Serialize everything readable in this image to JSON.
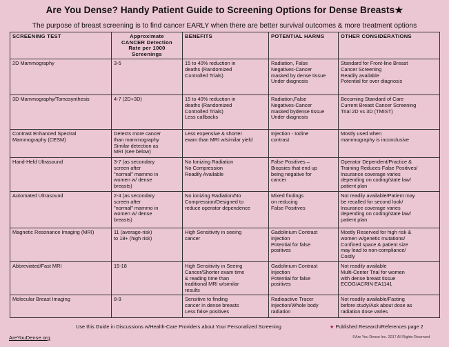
{
  "title": "Are You Dense? Handy Patient Guide to Screening Options for Dense Breasts",
  "title_star": "★",
  "subtitle": "The purpose of breast screening is to find cancer EARLY when there are better survival outcomes & more treatment options",
  "headers": {
    "test": "SCREENING TEST",
    "rate": [
      "Approximate",
      "CANCER Detection",
      "Rate per 1000",
      "Screenings"
    ],
    "benefits": "BENEFITS",
    "harms": "POTENTIAL HARMS",
    "other": "OTHER CONSIDERATIONS"
  },
  "rows": [
    {
      "test": [
        "2D Mammography"
      ],
      "rate": [
        "3-5"
      ],
      "benefits": [
        "15 to 40% reduction in",
        "deaths (Randomized",
        "Controlled Trials)"
      ],
      "harms": [
        "Radiation, False",
        "Negatives-Cancer",
        "masked by dense tissue",
        "Under diagnosis"
      ],
      "other": [
        "Standard for Front-line Breast",
        "Cancer Screening",
        "Readily available",
        "Potential for over diagnosis"
      ]
    },
    {
      "test": [
        "3D Mammography/Tomosynthesis"
      ],
      "rate": [
        "4-7 (2D+3D)"
      ],
      "benefits": [
        "15 to 40% reduction in",
        "deaths (Randomized",
        "Controlled  Trials)",
        "Less callbacks"
      ],
      "harms": [
        "Radiation,False",
        "Negatives-Cancer",
        "masked bydense tissue",
        "Under diagnosis"
      ],
      "other": [
        "Becoming Standard of Care",
        "Current Breast Cancer Screening",
        "Trial 2D vs 3D (TMIST)"
      ]
    },
    {
      "test": [
        "Contrast Enhanced Spectral",
        "Mammography (CESM)"
      ],
      "rate": [
        "Detects more cancer",
        "than mammography",
        "Similar detection as",
        "MRI (see below)"
      ],
      "benefits": [
        "Less expensive & shorter",
        "exam than MRI w/similar yield"
      ],
      "harms": [
        "Injection - Iodine",
        "contrast"
      ],
      "other": [
        "Mostly used when",
        "mammography is inconclusive"
      ]
    },
    {
      "test": [
        "Hand-Held Ultrasound"
      ],
      "rate": [
        "3-7 (as secondary",
        "screen after",
        "\"normal\" mammo in",
        "women w/ dense",
        "breasts)"
      ],
      "benefits": [
        "No Ionizing Radiation",
        "No Compression",
        "Readily Available"
      ],
      "harms": [
        "False Positives –",
        "Biopsies that end up",
        "being negative for",
        "cancer"
      ],
      "other": [
        "Operator Dependent/Practice &",
        "Training Reduces False Positives/",
        "Insurance coverage varies",
        "depending on coding/state law/",
        "patient plan"
      ]
    },
    {
      "test": [
        "Automated Ultrasound"
      ],
      "rate": [
        "2-4 (as secondary",
        "screen after",
        "\"normal\" mammo in",
        "women w/ dense",
        "breasts)"
      ],
      "benefits": [
        "No ionizing Radiation/No",
        "Compression/Designed to",
        "reduce operator dependence"
      ],
      "harms": [
        "Mixed findings",
        "on reducing",
        "False Positives"
      ],
      "other": [
        "Not readily available/Patient may",
        "be recalled for second look/",
        "Insurance coverage varies",
        "depending on coding/state law/",
        "patient plan"
      ]
    },
    {
      "test": [
        "Magnetic Resonance Imaging (MRI)"
      ],
      "rate": [
        "11 (average-risk)",
        "to 18+ (high risk)"
      ],
      "benefits": [
        "High Sensitivity in seeing",
        "cancer"
      ],
      "harms": [
        "Gadolinium Contrast",
        "Injection",
        "Potential for false",
        "positives"
      ],
      "other": [
        "Mostly Reserved for high risk &",
        "women w/genetic mutations/",
        "Confined space & patient size",
        "may lead to non-compliance/",
        "Costly"
      ]
    },
    {
      "test": [
        "Abbreviated/Fast MRI"
      ],
      "rate": [
        "15-18"
      ],
      "benefits": [
        "High Sensitivity in Seeing",
        "Cancer/Shorter exam time",
        "& reading time than",
        "traditional MRI w/similar",
        "results"
      ],
      "harms": [
        "Gadolinium Contrast",
        "Injection",
        "Potential for false",
        "positives"
      ],
      "other": [
        "Not readily available",
        "Multi-Center Trial for women",
        "with dense breast tissue",
        "ECOG/ACRIN EA1141"
      ]
    },
    {
      "test": [
        "Molecular Breast Imaging"
      ],
      "rate": [
        "8-9"
      ],
      "benefits": [
        "Sensitive to finding",
        "cancer in dense breasts",
        "Less false positives"
      ],
      "harms": [
        "Radioactive Tracer",
        "Injection/Whole body",
        "radiation"
      ],
      "other": [
        "Not readily available/Fasting",
        "before study/Ask about dose as",
        "radiation dose varies"
      ]
    }
  ],
  "footer": {
    "guide_note": "Use this Guide in Discussions w/Health-Care Providers about Your Personalized Screening",
    "star": "★",
    "references": "Published Research/References page 2",
    "site": "AreYouDense.org",
    "copyright": "©Are You Dense Inc. 2017 All Rights Reserved"
  }
}
